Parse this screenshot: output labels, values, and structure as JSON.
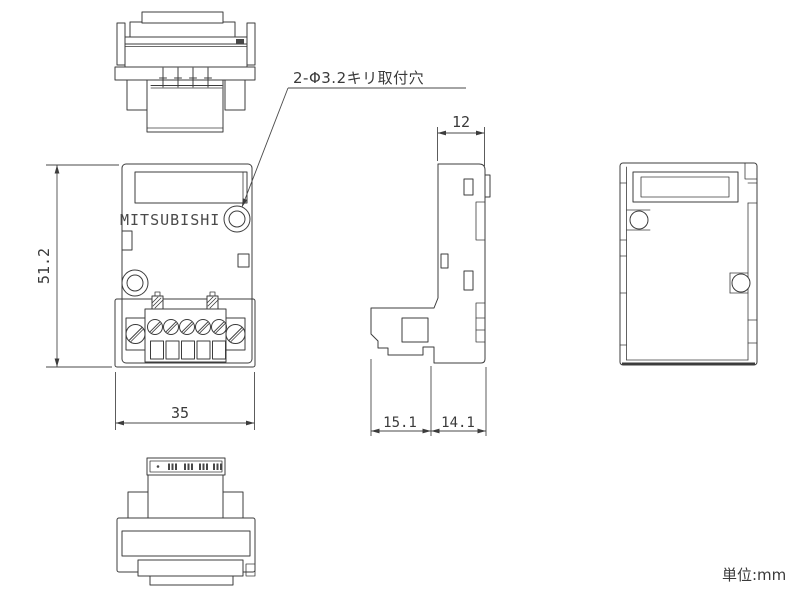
{
  "drawing": {
    "brand": "MITSUBISHI",
    "annotation": "2-Φ3.2キリ取付穴",
    "unit_note": "単位:mm",
    "dims": {
      "height": "51.2",
      "width": "35",
      "depth_top": "12",
      "depth_front": "15.1",
      "depth_rear": "14.1"
    },
    "colors": {
      "line": "#3c3c3c",
      "dimension": "#4a4a4a",
      "background": "#ffffff"
    }
  }
}
